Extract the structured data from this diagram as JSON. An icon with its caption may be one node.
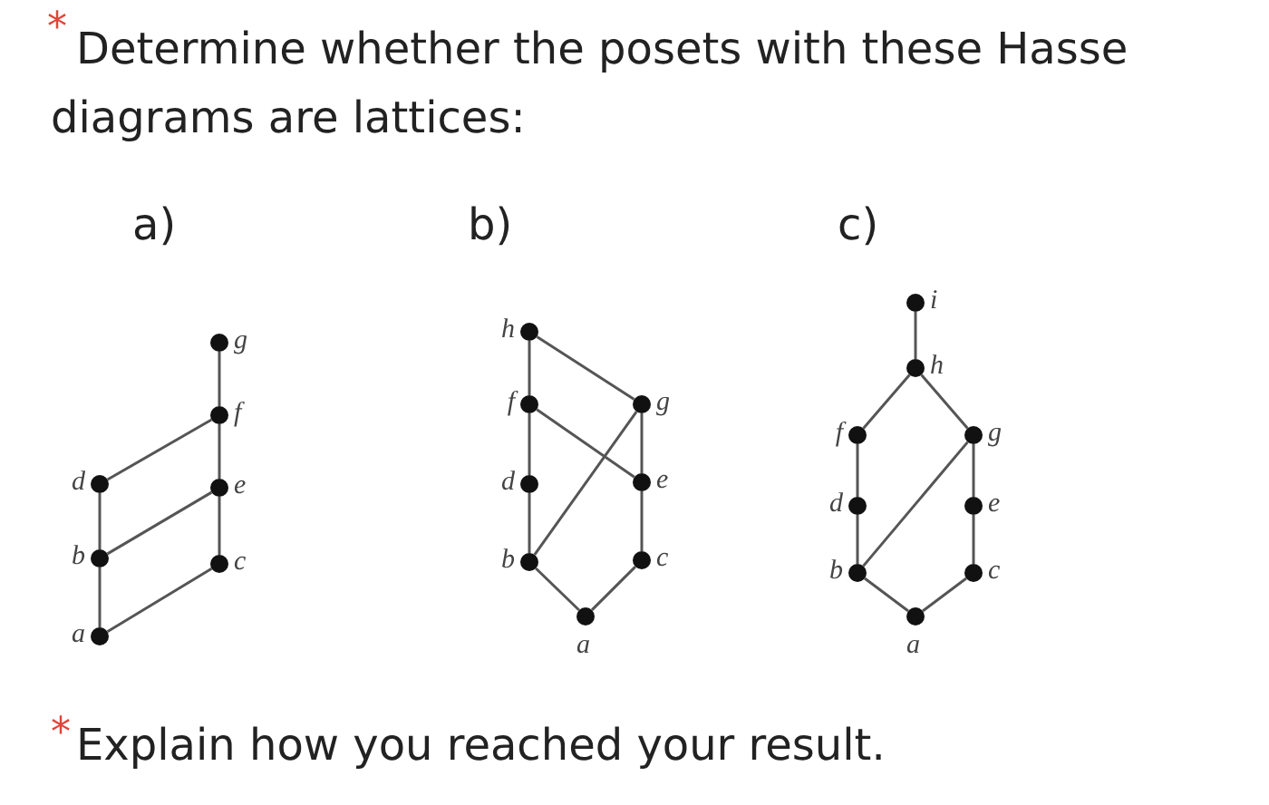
{
  "diagram": {
    "title": "Determine whether the posets with these Hasse diagrams are lattices:",
    "caption": "Explain how you reached your result.",
    "nodes": [
      {
        "text": [
          "g"
        ]
      },
      {
        "text": [
          "f"
        ]
      },
      {
        "text": [
          "d"
        ]
      },
      {
        "text": [
          "e"
        ]
      },
      {
        "text": [
          "b"
        ]
      },
      {
        "text": [
          "c"
        ]
      },
      {
        "text": [
          "a"
        ]
      },
      {
        "text": [
          "h"
        ]
      },
      {
        "text": [
          "f"
        ]
      },
      {
        "text": [
          "g"
        ]
      },
      {
        "text": [
          "d"
        ]
      },
      {
        "text": [
          "e"
        ]
      },
      {
        "text": [
          "b"
        ]
      },
      {
        "text": [
          "c"
        ]
      },
      {
        "text": [
          "a"
        ]
      },
      {
        "text": [
          "i"
        ]
      },
      {
        "text": [
          "h"
        ]
      },
      {
        "text": [
          "f"
        ]
      },
      {
        "text": [
          "g"
        ]
      },
      {
        "text": [
          "d"
        ]
      },
      {
        "text": [
          "e"
        ]
      },
      {
        "text": [
          "b"
        ]
      },
      {
        "text": [
          "c"
        ]
      },
      {
        "text": [
          "a"
        ]
      }
    ],
    "edges": [
      {
        "from": 6,
        "to": 4,
        "arrow": "none"
      },
      {
        "from": 4,
        "to": 2,
        "arrow": "none"
      },
      {
        "from": 2,
        "to": 1,
        "arrow": "none"
      },
      {
        "from": 1,
        "to": 0,
        "arrow": "none"
      },
      {
        "from": 6,
        "to": 5,
        "arrow": "none"
      },
      {
        "from": 5,
        "to": 3,
        "arrow": "none"
      },
      {
        "from": 3,
        "to": 1,
        "arrow": "none"
      },
      {
        "from": 4,
        "to": 3,
        "arrow": "none"
      },
      {
        "from": 14,
        "to": 12,
        "arrow": "none"
      },
      {
        "from": 14,
        "to": 13,
        "arrow": "none"
      },
      {
        "from": 12,
        "to": 10,
        "arrow": "none"
      },
      {
        "from": 10,
        "to": 8,
        "arrow": "none"
      },
      {
        "from": 8,
        "to": 7,
        "arrow": "none"
      },
      {
        "from": 7,
        "to": 9,
        "arrow": "none"
      },
      {
        "from": 9,
        "to": 11,
        "arrow": "none"
      },
      {
        "from": 11,
        "to": 13,
        "arrow": "none"
      },
      {
        "from": 8,
        "to": 11,
        "arrow": "none"
      },
      {
        "from": 12,
        "to": 9,
        "arrow": "none"
      },
      {
        "from": 23,
        "to": 21,
        "arrow": "none"
      },
      {
        "from": 23,
        "to": 22,
        "arrow": "none"
      },
      {
        "from": 21,
        "to": 19,
        "arrow": "none"
      },
      {
        "from": 19,
        "to": 17,
        "arrow": "none"
      },
      {
        "from": 17,
        "to": 16,
        "arrow": "none"
      },
      {
        "from": 16,
        "to": 15,
        "arrow": "none"
      },
      {
        "from": 16,
        "to": 18,
        "arrow": "none"
      },
      {
        "from": 18,
        "to": 20,
        "arrow": "none"
      },
      {
        "from": 20,
        "to": 22,
        "arrow": "none"
      },
      {
        "from": 21,
        "to": 18,
        "arrow": "none"
      }
    ],
    "labels": [
      "*",
      "a)",
      "b)",
      "c)",
      "*"
    ]
  }
}
